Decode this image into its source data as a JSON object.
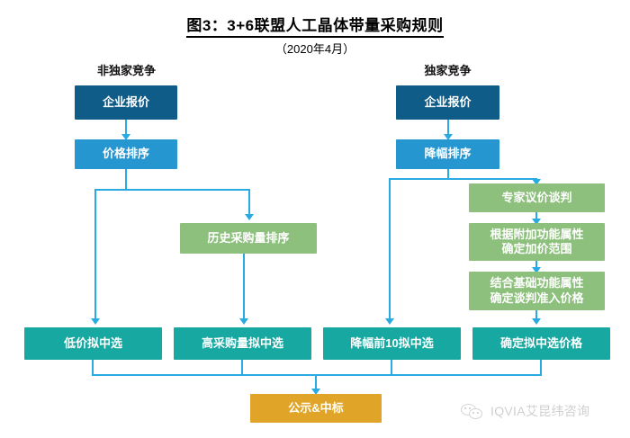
{
  "title": {
    "main": "图3：3+6联盟人工晶体带量采购规则",
    "sub": "（2020年4月）"
  },
  "columns": {
    "left_heading": "非独家竞争",
    "right_heading": "独家竞争"
  },
  "colors": {
    "dark_blue": "#0f5c88",
    "blue": "#2596d0",
    "green": "#8cc07c",
    "teal": "#17a9a1",
    "gold": "#e0a528",
    "connector": "#29abe2",
    "title_text": "#000000",
    "brand_text": "#a8a8a8"
  },
  "nodes": {
    "left_quote": "企业报价",
    "left_price_rank": "价格排序",
    "left_history_rank": "历史采购量排序",
    "right_quote": "企业报价",
    "right_drop_rank": "降幅排序",
    "right_expert_negotiation": "专家议价谈判",
    "right_addon_range": "根据附加功能属性\n确定加价范围",
    "right_base_entry_price": "结合基础功能属性\n确定谈判准入价格",
    "outcome_low_price": "低价拟中选",
    "outcome_high_volume": "高采购量拟中选",
    "outcome_top10_drop": "降幅前10拟中选",
    "outcome_confirm_price": "确定拟中选价格",
    "final_publicity": "公示&中标"
  },
  "footer": {
    "brand": "IQVIA艾昆纬咨询",
    "icon": "wechat-icon"
  }
}
